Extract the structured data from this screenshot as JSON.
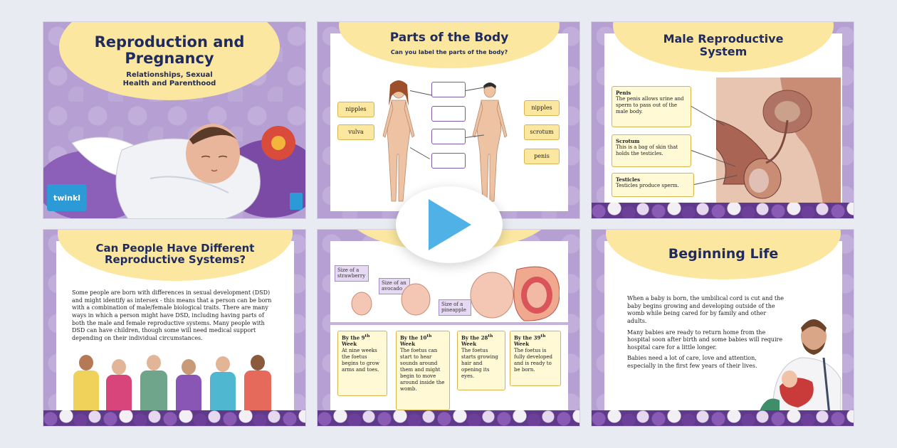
{
  "brand": {
    "logo_text": "twinkl"
  },
  "colors": {
    "accent_purple": "#b69fd3",
    "banner_yellow": "#fbe7a0",
    "title_navy": "#1f2a5e",
    "play_blue": "#4fb1e6"
  },
  "slides": [
    {
      "title": "Reproduction and Pregnancy",
      "subtitle": "Relationships, Sexual Health and Parenthood"
    },
    {
      "title": "Parts of the Body",
      "subtitle": "Can you label the parts of the body?",
      "labels_left": [
        "nipples",
        "vulva"
      ],
      "labels_right": [
        "nipples",
        "scrotum",
        "penis"
      ]
    },
    {
      "title": "Male Reproductive System",
      "parts": [
        {
          "name": "Penis",
          "desc": "The penis allows urine and sperm to pass out of the male body."
        },
        {
          "name": "Scrotum",
          "desc": "This is a bag of skin that holds the testicles."
        },
        {
          "name": "Testicles",
          "desc": "Testicles produce sperm."
        }
      ]
    },
    {
      "title": "Can People Have Different Reproductive Systems?",
      "body": "Some people are born with differences in sexual development (DSD) and might identify as intersex - this means that a person can be born with a combination of male/female biological traits. There are many ways in which a person might have DSD, including having parts of both the male and female reproductive systems. Many people with DSD can have children, though some will need medical support depending on their individual circumstances."
    },
    {
      "sizes": [
        "Size of a strawberry",
        "Size of an avocado",
        "Size of a pineapple"
      ],
      "weeks": [
        {
          "title_a": "By the 9",
          "sup": "th",
          "title_b": "Week",
          "desc": "At nine weeks the foetus begins to grow arms and toes."
        },
        {
          "title_a": "By the 10",
          "sup": "th",
          "title_b": "Week",
          "desc": "The foetus can start to hear sounds around them and might begin to move around inside the womb."
        },
        {
          "title_a": "By the 28",
          "sup": "th",
          "title_b": "Week",
          "desc": "The foetus starts growing hair and opening its eyes."
        },
        {
          "title_a": "By the 39",
          "sup": "th",
          "title_b": "Week",
          "desc": "The foetus is fully developed and is ready to be born."
        }
      ]
    },
    {
      "title": "Beginning Life",
      "paragraphs": [
        "When a baby is born, the umbilical cord is cut and the baby begins growing and developing outside of the womb while being cared for by family and other adults.",
        "Many babies are ready to return home from the hospital soon after birth and some babies will require hospital care for a little longer.",
        "Babies need a lot of care, love and attention, especially in the first few years of their lives."
      ]
    }
  ],
  "play_button": {
    "icon": "play-icon"
  }
}
